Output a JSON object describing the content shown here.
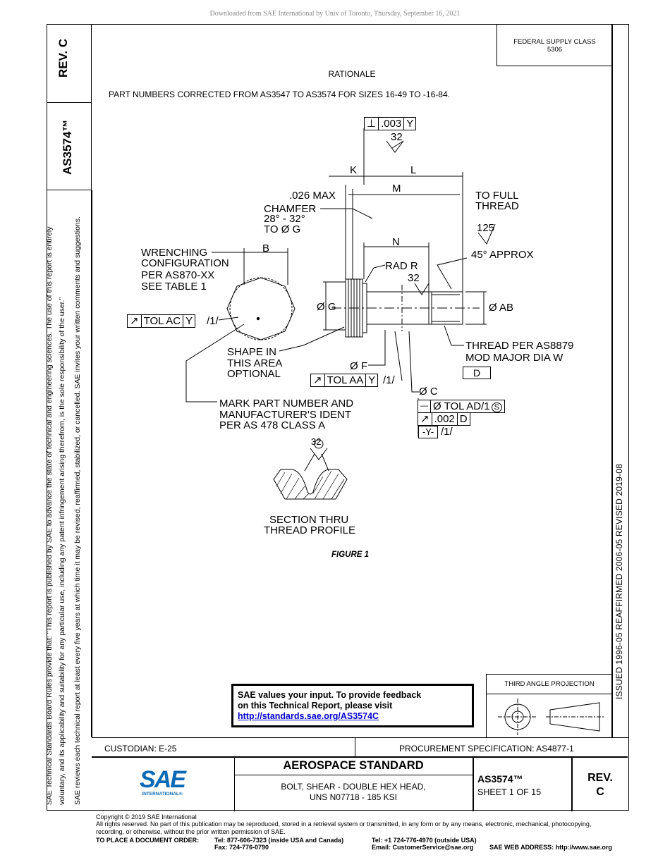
{
  "header": {
    "download_note": "Downloaded from SAE International by Univ of Toronto, Thursday, September 16, 2021",
    "supply_class_label": "FEDERAL SUPPLY CLASS",
    "supply_class_value": "5306"
  },
  "side": {
    "rev": "REV. C",
    "doc_number": "AS3574™",
    "rules_line1": "SAE Technical Standards Board Rules provide that: \"This report is published by SAE to advance the state of technical and engineering sciences. The use of this report is entirely",
    "rules_line2": "voluntary, and its applicability and suitability for any particular use, including any patent infringement arising therefrom, is the sole responsibility of the user.\"",
    "rules_line3": "SAE reviews each technical report at least every five years at which time it may be revised, reaffirmed, stabilized, or cancelled. SAE invites your written comments and suggestions.",
    "dates": "ISSUED 1996-05     REAFFIRMED 2006-05     REVISED 2019-08"
  },
  "rationale": {
    "title": "RATIONALE",
    "text": "PART NUMBERS CORRECTED FROM AS3547 TO AS3574 FOR SIZES 16-49 TO -16-84."
  },
  "drawing": {
    "perp_sym": "⊥",
    "perp_tol": ".003",
    "perp_datum": "Y",
    "finish_32": "32",
    "K": "K",
    "L": "L",
    "M": "M",
    "N": "N",
    "B": "B",
    "max_026": ".026 MAX",
    "chamfer1": "CHAMFER",
    "chamfer2": "28° - 32°",
    "chamfer3": "TO Ø G",
    "to_full1": "TO FULL",
    "to_full2": "THREAD",
    "finish_125": "125",
    "approx45": "45° APPROX",
    "wrench1": "WRENCHING",
    "wrench2": "CONFIGURATION",
    "wrench3": "PER AS870-XX",
    "wrench4": "SEE TABLE 1",
    "rad1": "RAD R",
    "rad2": "32",
    "dia_G": "Ø G",
    "dia_AB": "Ø AB",
    "runout_sym": "↗",
    "tol_ac": "TOL AC",
    "datum_y": "Y",
    "per1": "/1/",
    "shape1": "SHAPE IN",
    "shape2": "THIS AREA",
    "shape3": "OPTIONAL",
    "dia_F": "Ø F",
    "tol_aa": "TOL AA",
    "thread1": "THREAD PER AS8879",
    "thread2": "MOD MAJOR DIA W",
    "datum_d": "D",
    "dia_C": "Ø C",
    "straight_sym": "—",
    "tol_ad": "Ø TOL AD/1",
    "circle_s": "S",
    "tol_002": ".002",
    "datum_y2": "-Y-",
    "mark1": "MARK PART NUMBER AND",
    "mark2": "MANUFACTURER'S IDENT",
    "mark3": "PER AS 478 CLASS A",
    "section_32": "32",
    "section1": "SECTION THRU",
    "section2": "THREAD PROFILE",
    "figure": "FIGURE 1"
  },
  "feedback": {
    "line1": "SAE values your input. To provide feedback",
    "line2": "on this Technical Report, please visit",
    "link": "http://standards.sae.org/AS3574C"
  },
  "projection": {
    "label": "THIRD ANGLE PROJECTION"
  },
  "titleblock": {
    "custodian": "CUSTODIAN: E-25",
    "procurement": "PROCUREMENT SPECIFICATION: AS4877-1",
    "logo": "SAE",
    "logo_sub": "INTERNATIONAL®",
    "standard": "AEROSPACE STANDARD",
    "desc1": "BOLT, SHEAR - DOUBLE HEX HEAD,",
    "desc2": "UNS N07718 - 185 KSI",
    "docnum": "AS3574™",
    "sheet": "SHEET 1 OF 15",
    "rev_label": "REV.",
    "rev_value": "C"
  },
  "footer": {
    "copyright": "Copyright © 2019 SAE International",
    "rights1": "All rights reserved. No part of this publication may be reproduced, stored in a retrieval system or transmitted, in any form or by any means, electronic, mechanical, photocopying,",
    "rights2": "recording, or otherwise, without the prior written permission of SAE.",
    "order": "TO PLACE A DOCUMENT ORDER:",
    "tel_us": "Tel: 877-606-7323 (inside USA and Canada)",
    "fax": "Fax: 724-776-0790",
    "tel_out": "Tel: +1 724-776-4970 (outside USA)",
    "email": "Email: CustomerService@sae.org",
    "web": "SAE WEB ADDRESS: http://www.sae.org"
  }
}
